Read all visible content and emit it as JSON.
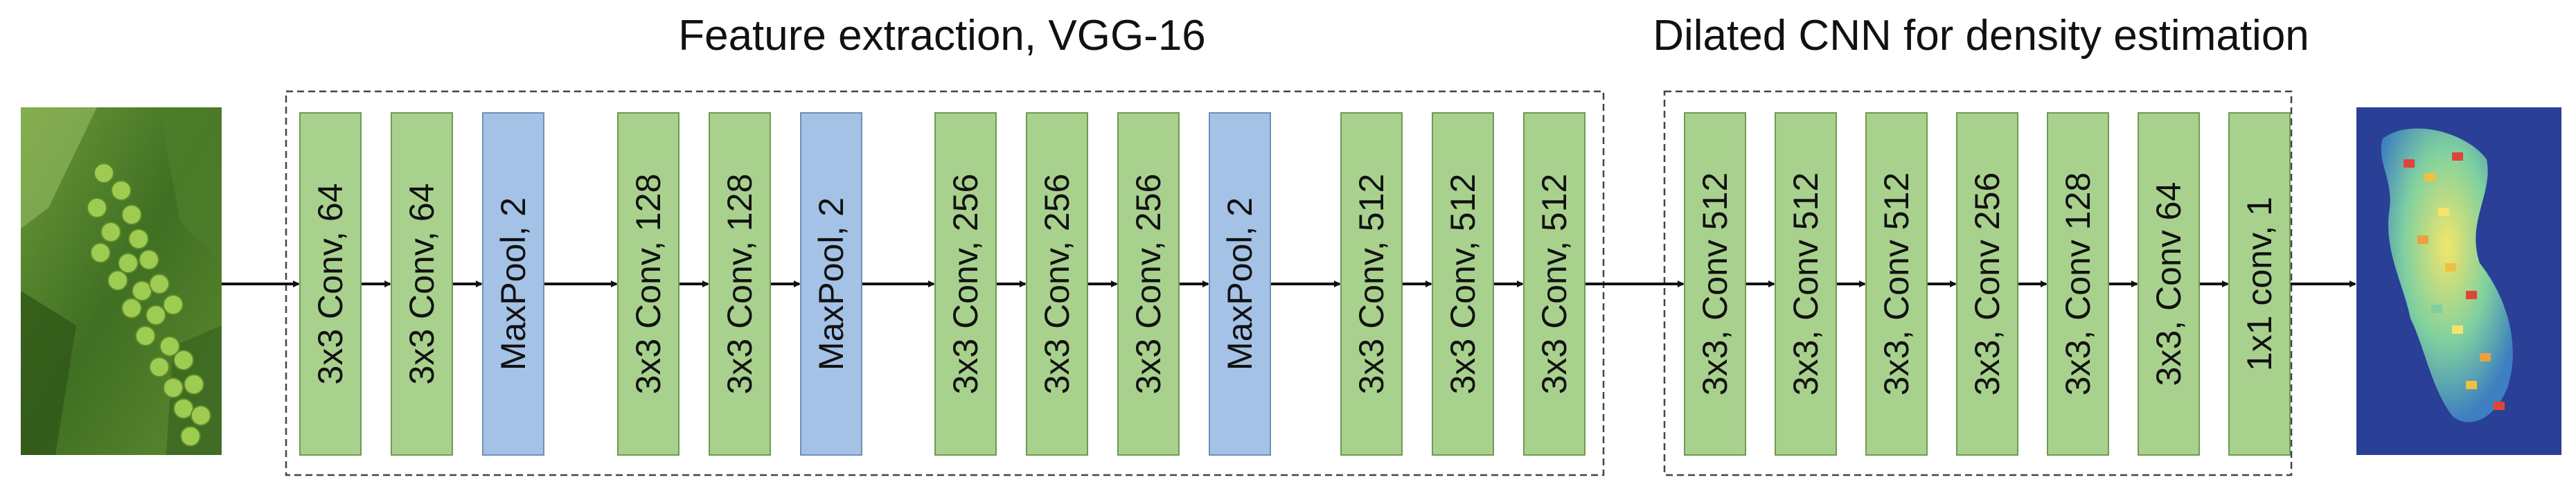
{
  "titles": {
    "feature_extraction": "Feature extraction, VGG-16",
    "density_estimation": "Dilated CNN for density estimation"
  },
  "vgg_layers": [
    {
      "label": "3x3 Conv, 64",
      "kind": "conv"
    },
    {
      "label": "3x3 Conv, 64",
      "kind": "conv"
    },
    {
      "label": "MaxPool, 2",
      "kind": "pool"
    },
    {
      "label": "3x3 Conv, 128",
      "kind": "conv"
    },
    {
      "label": "3x3 Conv, 128",
      "kind": "conv"
    },
    {
      "label": "MaxPool, 2",
      "kind": "pool"
    },
    {
      "label": "3x3 Conv, 256",
      "kind": "conv"
    },
    {
      "label": "3x3 Conv, 256",
      "kind": "conv"
    },
    {
      "label": "3x3 Conv, 256",
      "kind": "conv"
    },
    {
      "label": "MaxPool, 2",
      "kind": "pool"
    },
    {
      "label": "3x3 Conv, 512",
      "kind": "conv"
    },
    {
      "label": "3x3 Conv, 512",
      "kind": "conv"
    },
    {
      "label": "3x3 Conv, 512",
      "kind": "conv"
    }
  ],
  "dilated_layers": [
    {
      "label": "3x3, Conv 512",
      "kind": "conv"
    },
    {
      "label": "3x3, Conv 512",
      "kind": "conv"
    },
    {
      "label": "3x3, Conv 512",
      "kind": "conv"
    },
    {
      "label": "3x3, Conv 256",
      "kind": "conv"
    },
    {
      "label": "3x3, Conv 128",
      "kind": "conv"
    },
    {
      "label": "3x3, Conv 64",
      "kind": "conv"
    },
    {
      "label": "1x1 conv, 1",
      "kind": "conv"
    }
  ],
  "colors": {
    "conv_fill": "#a9d18e",
    "conv_stroke": "#6f9a52",
    "pool_fill": "#a4c2e6",
    "pool_stroke": "#6f8fb6",
    "arrow": "#111111",
    "group_border": "#444444",
    "density_bg": "#2a3f96"
  },
  "images": {
    "input": "grape-cluster-photo",
    "output": "density-map-heatmap"
  }
}
